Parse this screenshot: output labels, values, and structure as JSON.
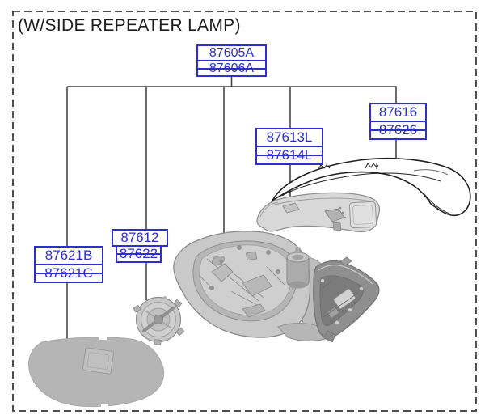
{
  "header": {
    "title": "(W/SIDE REPEATER LAMP)"
  },
  "colors": {
    "label_blue": "#2e2ecc",
    "leader_line": "#3c3c3c",
    "dashed_border": "#4f4f4f"
  },
  "labels": [
    {
      "id": "mirror-assembly",
      "part_drawing": "outside-mirror-assembly",
      "rows": [
        {
          "text": "87605A",
          "struck": false
        },
        {
          "text": "87606A",
          "struck": true
        }
      ]
    },
    {
      "id": "mirror-cap",
      "part_drawing": "mirror-scalp-cover",
      "rows": [
        {
          "text": "87616",
          "struck": false
        },
        {
          "text": "87626",
          "struck": true
        }
      ]
    },
    {
      "id": "repeater-lamp",
      "part_drawing": "side-repeater-lamp",
      "rows": [
        {
          "text": "87613L",
          "struck": false
        },
        {
          "text": "87614L",
          "struck": true
        }
      ]
    },
    {
      "id": "actuator",
      "part_drawing": "mirror-actuator",
      "rows": [
        {
          "text": "87612",
          "struck": false
        },
        {
          "text": "87622",
          "struck": true
        }
      ]
    },
    {
      "id": "mirror-glass",
      "part_drawing": "mirror-glass",
      "rows": [
        {
          "text": "87621B",
          "struck": false
        },
        {
          "text": "87621C",
          "struck": true
        }
      ]
    }
  ]
}
